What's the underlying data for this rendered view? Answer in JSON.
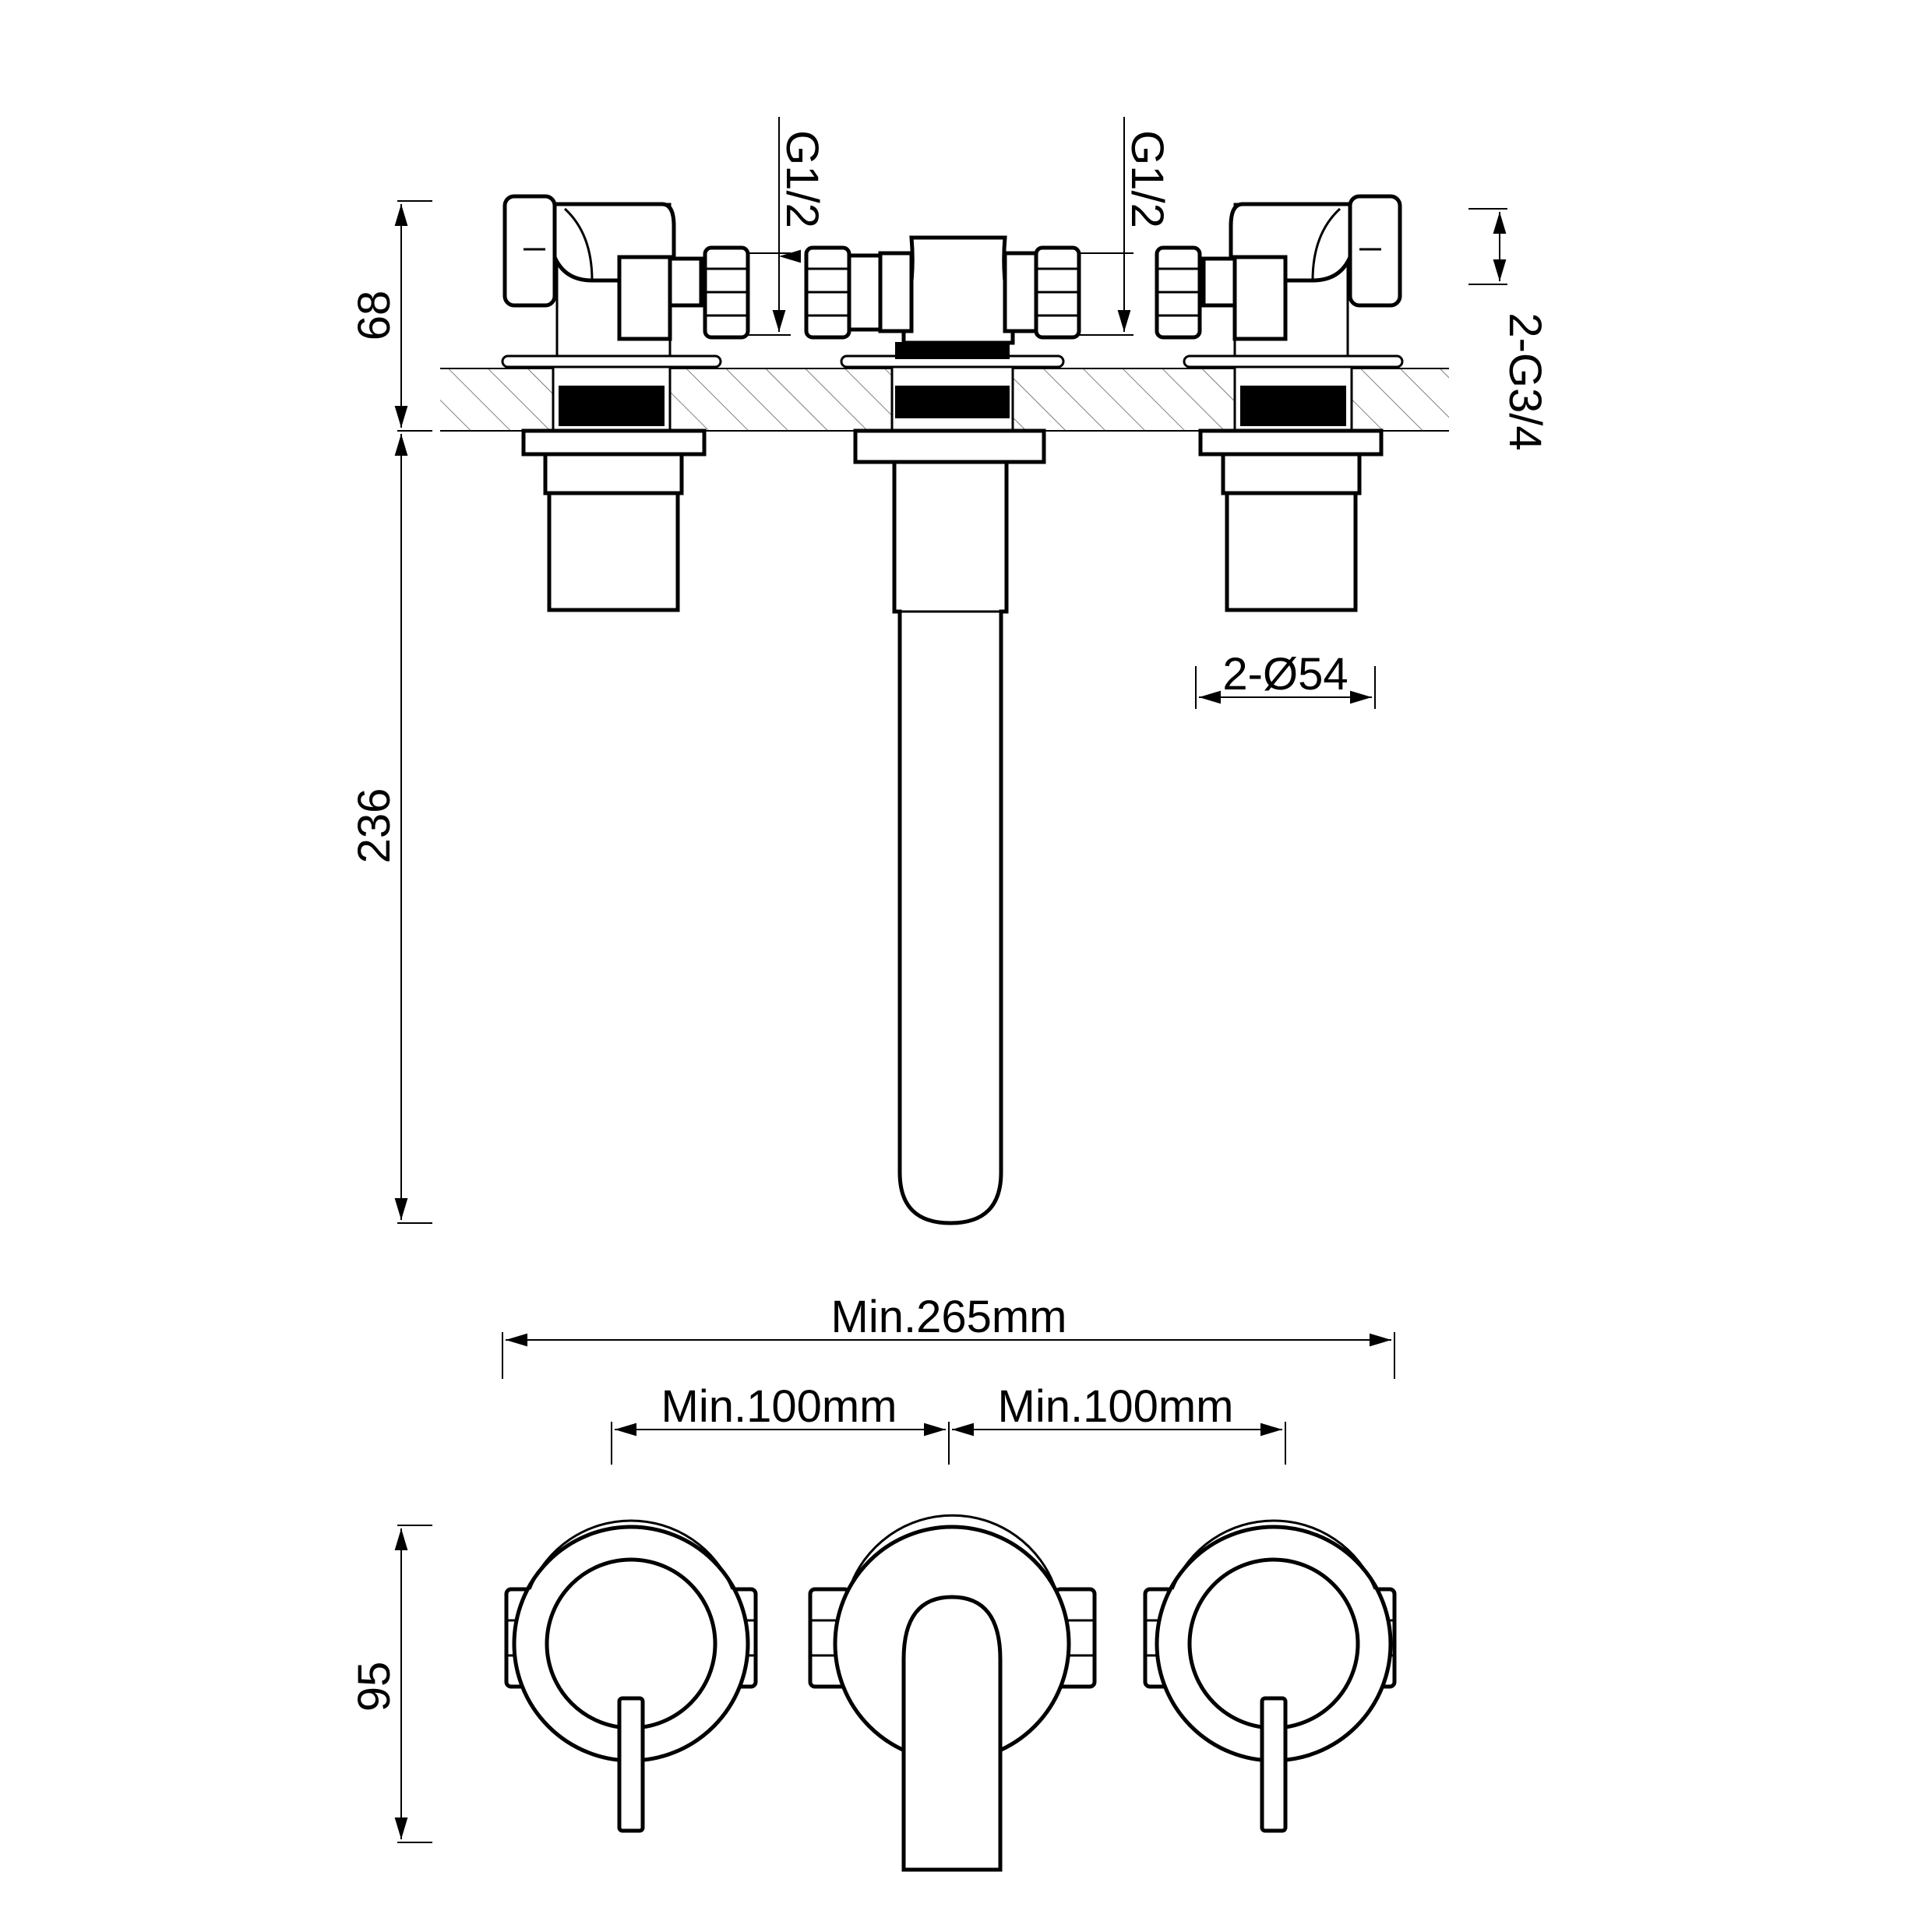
{
  "dimensions": {
    "height_top": "68",
    "height_spout": "236",
    "height_front": "95",
    "inlet_left": "G1/2",
    "inlet_right": "G1/2",
    "thread_outlet": "2-G3/4",
    "diameter": "2-Ø54",
    "width_total": "Min.265mm",
    "spacing_left": "Min.100mm",
    "spacing_right": "Min.100mm"
  },
  "colors": {
    "line": "#000000",
    "hatch": "#555555",
    "background": "#ffffff"
  }
}
